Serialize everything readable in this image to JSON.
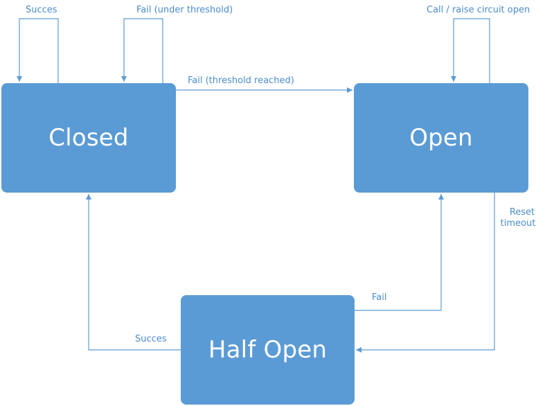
{
  "states": {
    "closed": "Closed",
    "open": "Open",
    "half_open": "Half Open"
  },
  "transitions": {
    "closed_success": "Succes",
    "closed_fail_under": "Fail (under threshold)",
    "closed_to_open": "Fail (threshold reached)",
    "open_call": "Call / raise circuit open",
    "open_reset_line1": "Reset",
    "open_reset_line2": "timeout",
    "half_open_fail": "Fail",
    "half_open_success": "Succes"
  },
  "colors": {
    "box_fill": "#5b9bd5",
    "box_text": "#ffffff",
    "line": "#5b9bd5",
    "label": "#4a8ccc"
  }
}
